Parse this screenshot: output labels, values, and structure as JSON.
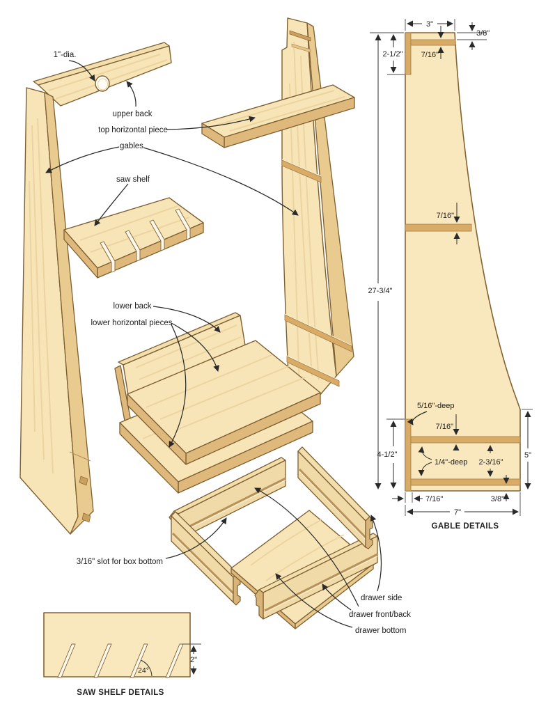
{
  "labels": {
    "hole_dia": "1\"-dia.",
    "upper_back": "upper back",
    "top_horizontal_piece": "top horizontal piece",
    "gables": "gables",
    "saw_shelf": "saw shelf",
    "lower_back": "lower back",
    "lower_horizontal_pieces": "lower horizontal pieces",
    "slot_note": "3/16\" slot for box bottom",
    "drawer_side": "drawer side",
    "drawer_front_back": "drawer front/back",
    "drawer_bottom": "drawer bottom"
  },
  "gable_details": {
    "caption": "GABLE DETAILS",
    "top_width": "3\"",
    "top_lip": "3/8\"",
    "upper_rabbet": "2-1/2\"",
    "upper_dado": "7/16\"",
    "middle_dado": "7/16\"",
    "overall_height": "27-3/4\"",
    "rabbet_depth": "5/16\"-deep",
    "lower_dado": "7/16\"",
    "lower_section": "4-1/2\"",
    "dado_depth": "1/4\"-deep",
    "dado_spacing": "2-3/16\"",
    "right_height": "5\"",
    "rabbet_width": "7/16\"",
    "bottom_lip": "3/8\"",
    "overall_width": "7\""
  },
  "saw_shelf_details": {
    "caption": "SAW SHELF DETAILS",
    "slot_angle": "24°",
    "slot_depth": "2\""
  },
  "colors": {
    "wood_face": "#F7E5B8",
    "wood_edge": "#E9CA8F",
    "wood_end": "#DFB97C",
    "dado": "#D8AC67",
    "outline": "#7d5f31"
  }
}
